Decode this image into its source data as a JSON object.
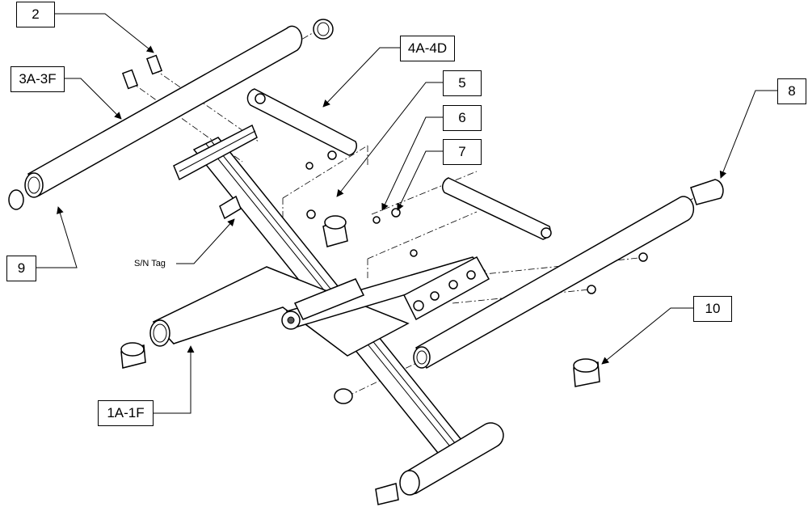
{
  "callouts": {
    "c2": "2",
    "c3": "3A-3F",
    "c4": "4A-4D",
    "c5": "5",
    "c6": "6",
    "c7": "7",
    "c8": "8",
    "c9": "9",
    "c10": "10",
    "c1": "1A-1F"
  },
  "sn_tag": "S/N Tag"
}
